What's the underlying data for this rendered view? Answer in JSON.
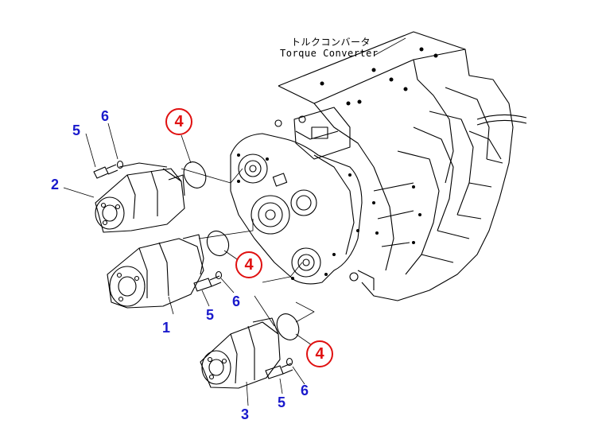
{
  "title_jp": "トルクコンバータ",
  "title_en": "Torque Converter",
  "callouts": {
    "p1": "1",
    "p2": "2",
    "p3": "3",
    "r4a": "4",
    "r4b": "4",
    "r4c": "4",
    "b5a": "5",
    "b5b": "5",
    "b5c": "5",
    "w6a": "6",
    "w6b": "6",
    "w6c": "6"
  },
  "colors": {
    "callout_blue": "#1a1acc",
    "ref_red": "#e01010",
    "line": "#000000"
  }
}
